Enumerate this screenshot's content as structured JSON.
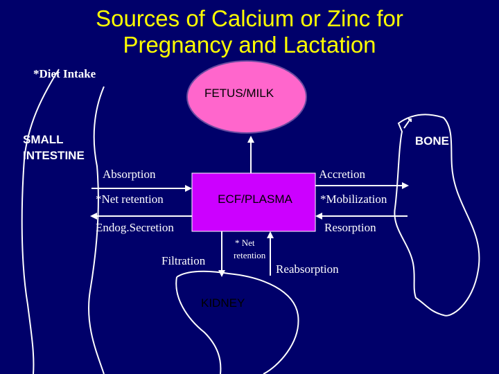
{
  "title": "Sources of Calcium or Zinc for\nPregnancy and Lactation",
  "labels": {
    "diet_intake": "*Diet Intake",
    "fetus_milk": "FETUS/MILK",
    "small_intestine_1": "SMALL",
    "small_intestine_2": "INTESTINE",
    "bone": "BONE",
    "absorption": "Absorption",
    "net_retention": "*Net retention",
    "endog_secretion": "Endog.Secretion",
    "ecf_plasma": "ECF/PLASMA",
    "accretion": "Accretion",
    "mobilization": "*Mobilization",
    "resorption": "Resorption",
    "filtration": "Filtration",
    "kidney_net_1": "* Net",
    "kidney_net_2": "retention",
    "reabsorption": "Reabsorption",
    "kidney": "KIDNEY"
  },
  "colors": {
    "background": "#00006a",
    "title": "#ffff00",
    "fetus_fill": "#ff66cc",
    "plasma_fill": "#cc00ff",
    "outline": "#ffffff"
  }
}
